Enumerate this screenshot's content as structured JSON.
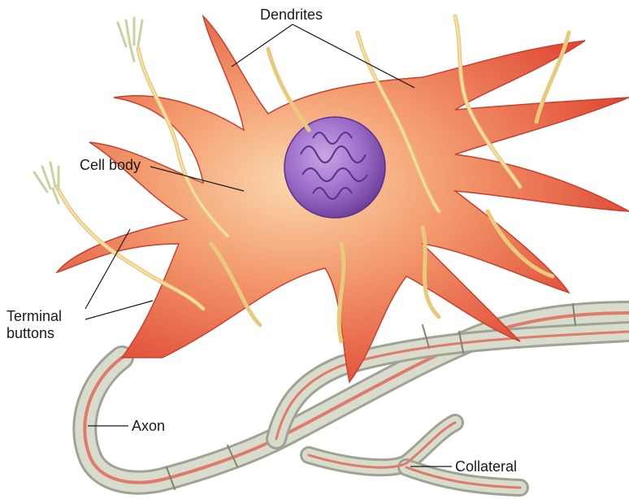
{
  "labels": {
    "dendrites": "Dendrites",
    "cell_body": "Cell body",
    "terminal_line1": "Terminal",
    "terminal_line2": "buttons",
    "axon": "Axon",
    "collateral": "Collateral"
  },
  "colors": {
    "cell": "#e8503a",
    "cell_light": "#f8c89a",
    "nucleus": "#8a5bb8",
    "dendrite_fibers": "#efd38a",
    "axon_sheath": "#cfd3c4",
    "axon_core": "#e07a6a"
  }
}
